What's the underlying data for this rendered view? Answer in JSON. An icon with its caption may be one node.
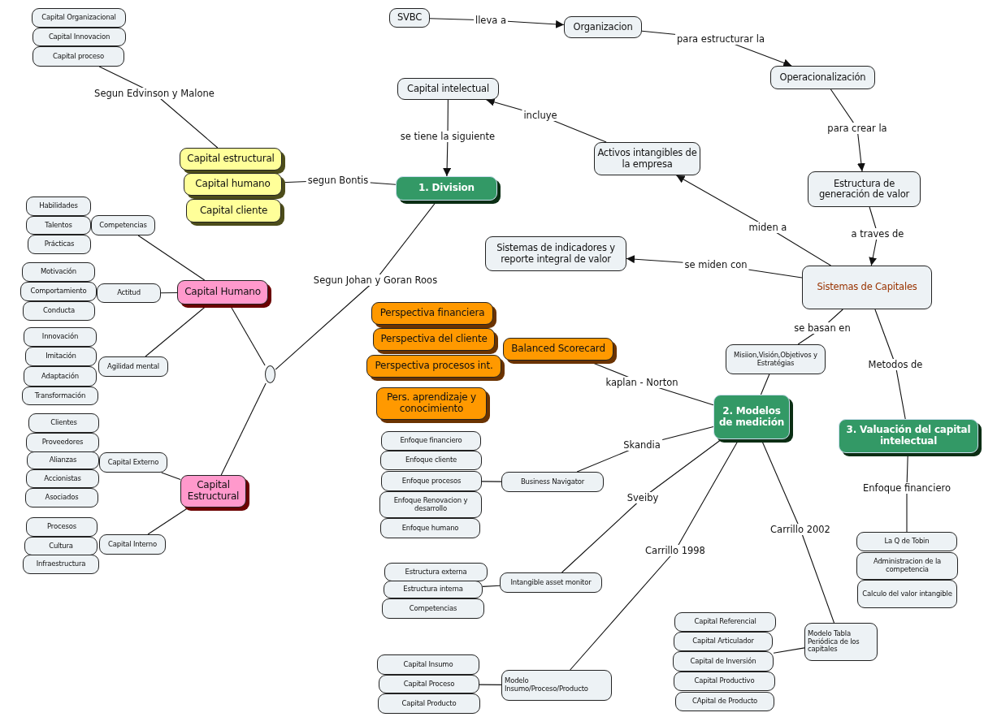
{
  "diagram": {
    "nodes": [
      {
        "text": [
          "SVBC"
        ]
      },
      {
        "text": [
          "Organizacion"
        ]
      },
      {
        "text": [
          "Operacionalización"
        ]
      },
      {
        "text": [
          "Capital intelectual"
        ]
      },
      {
        "text": [
          "Activos intangibles de la empresa"
        ]
      },
      {
        "text": [
          "Estructura de generación de valor"
        ]
      },
      {
        "text": [
          "1. Division"
        ]
      },
      {
        "text": [
          "Sistemas de indicadores y reporte integral de valor"
        ]
      },
      {
        "text": [
          "Sistemas de Capitales"
        ]
      },
      {
        "text": [
          "Capital Organizacional"
        ]
      },
      {
        "text": [
          "Capital Innovacion"
        ]
      },
      {
        "text": [
          "Capital proceso"
        ]
      },
      {
        "text": [
          "Capital estructural"
        ]
      },
      {
        "text": [
          "Capital humano"
        ]
      },
      {
        "text": [
          "Capital cliente"
        ]
      },
      {
        "text": [
          "Habilidades"
        ]
      },
      {
        "text": [
          "Talentos"
        ]
      },
      {
        "text": [
          "Prácticas"
        ]
      },
      {
        "text": [
          "Competencias"
        ]
      },
      {
        "text": [
          "Motivación"
        ]
      },
      {
        "text": [
          "Comportamiento"
        ]
      },
      {
        "text": [
          "Conducta"
        ]
      },
      {
        "text": [
          "Actitud"
        ]
      },
      {
        "text": [
          "Capital Humano"
        ]
      },
      {
        "text": [
          "Innovación"
        ]
      },
      {
        "text": [
          "Imitación"
        ]
      },
      {
        "text": [
          "Adaptación"
        ]
      },
      {
        "text": [
          "Transformación"
        ]
      },
      {
        "text": [
          "Agilidad mental"
        ]
      },
      {
        "text": [],
        "shape": "circle"
      },
      {
        "text": [
          "Clientes"
        ]
      },
      {
        "text": [
          "Proveedores"
        ]
      },
      {
        "text": [
          "Alianzas"
        ]
      },
      {
        "text": [
          "Accionistas"
        ]
      },
      {
        "text": [
          "Asociados"
        ]
      },
      {
        "text": [
          "Capital Externo"
        ]
      },
      {
        "text": [
          "Capital Estructural"
        ]
      },
      {
        "text": [
          "Procesos"
        ]
      },
      {
        "text": [
          "Cultura"
        ]
      },
      {
        "text": [
          "Infraestructura"
        ]
      },
      {
        "text": [
          "Capital Interno"
        ]
      },
      {
        "text": [
          "Perspectiva financiera"
        ]
      },
      {
        "text": [
          "Perspectiva del cliente"
        ]
      },
      {
        "text": [
          "Perspectiva procesos int."
        ]
      },
      {
        "text": [
          "Balanced Scorecard"
        ]
      },
      {
        "text": [
          "Pers. aprendizaje y conocimiento"
        ]
      },
      {
        "text": [
          "Misiion,Visión,Objetivos y Estratégias"
        ]
      },
      {
        "text": [
          "2. Modelos de medición"
        ]
      },
      {
        "text": [
          "3. Valuación del capital intelectual"
        ]
      },
      {
        "text": [
          "Enfoque financiero"
        ]
      },
      {
        "text": [
          "Enfoque cliente"
        ]
      },
      {
        "text": [
          "Enfoque procesos"
        ]
      },
      {
        "text": [
          "Enfoque Renovacion y desarrollo"
        ]
      },
      {
        "text": [
          "Enfoque humano"
        ]
      },
      {
        "text": [
          "Business Navigator"
        ]
      },
      {
        "text": [
          "La Q de Tobin"
        ]
      },
      {
        "text": [
          "Administracion de la competencia"
        ]
      },
      {
        "text": [
          "Calculo del valor intangible"
        ]
      },
      {
        "text": [
          "Estructura externa"
        ]
      },
      {
        "text": [
          "Estructura interna"
        ]
      },
      {
        "text": [
          "Competencias"
        ]
      },
      {
        "text": [
          "Intangible asset monitor"
        ]
      },
      {
        "text": [
          "Capital Referencial"
        ]
      },
      {
        "text": [
          "Capital Articulador"
        ]
      },
      {
        "text": [
          "Capital de Inversión"
        ]
      },
      {
        "text": [
          "Capital Productivo"
        ]
      },
      {
        "text": [
          "CApital de Producto"
        ]
      },
      {
        "text": [
          "Modelo Tabla Periódica de los capitales"
        ]
      },
      {
        "text": [
          "Capital Insumo"
        ]
      },
      {
        "text": [
          "Capital Proceso"
        ]
      },
      {
        "text": [
          "Capital Producto"
        ]
      },
      {
        "text": [
          "Modelo Insumo/Proceso/Producto"
        ]
      }
    ],
    "edges": [
      {
        "from": 0,
        "to": 1,
        "arrow": "to",
        "label": "lleva a"
      },
      {
        "from": 1,
        "to": 2,
        "arrow": "to",
        "label": "para estructurar la"
      },
      {
        "from": 2,
        "to": 5,
        "arrow": "to",
        "label": "para crear la"
      },
      {
        "from": 5,
        "to": 8,
        "arrow": "to",
        "label": "a traves de"
      },
      {
        "from": 8,
        "to": 4,
        "arrow": "to",
        "label": "miden a"
      },
      {
        "from": 4,
        "to": 3,
        "arrow": "to",
        "label": "incluye"
      },
      {
        "from": 3,
        "to": 6,
        "arrow": "to",
        "label": "se tiene la siguiente"
      },
      {
        "from": 8,
        "to": 7,
        "arrow": "to",
        "label": "se miden con"
      },
      {
        "from": 6,
        "to": 13,
        "arrow": "none",
        "label": "segun Bontis"
      },
      {
        "from": 12,
        "to": 11,
        "arrow": "none",
        "label": "Segun Edvinson y Malone"
      },
      {
        "from": 6,
        "to": 29,
        "arrow": "none",
        "label": "Segun Johan y Goran Roos"
      },
      {
        "from": 29,
        "to": 23,
        "arrow": "none"
      },
      {
        "from": 29,
        "to": 36,
        "arrow": "none"
      },
      {
        "from": 23,
        "to": 18,
        "arrow": "none"
      },
      {
        "from": 23,
        "to": 22,
        "arrow": "none"
      },
      {
        "from": 23,
        "to": 28,
        "arrow": "none"
      },
      {
        "from": 36,
        "to": 35,
        "arrow": "none"
      },
      {
        "from": 36,
        "to": 40,
        "arrow": "none"
      },
      {
        "from": 54,
        "to": 51,
        "arrow": "none"
      },
      {
        "from": 61,
        "to": 59,
        "arrow": "none"
      },
      {
        "from": 67,
        "to": 64,
        "arrow": "none"
      },
      {
        "from": 71,
        "to": 69,
        "arrow": "none"
      },
      {
        "from": 8,
        "to": 46,
        "arrow": "none",
        "label": "se basan en"
      },
      {
        "from": 46,
        "to": 47,
        "arrow": "none"
      },
      {
        "from": 8,
        "to": 48,
        "arrow": "none",
        "label": "Metodos de"
      },
      {
        "from": 48,
        "to": 55,
        "arrow": "none",
        "label": "Enfoque financiero"
      },
      {
        "from": 47,
        "to": 44,
        "arrow": "none",
        "label": "kaplan - Norton"
      },
      {
        "from": 47,
        "to": 54,
        "arrow": "none",
        "label": "Skandia"
      },
      {
        "from": 47,
        "to": 61,
        "arrow": "none",
        "label": "Sveiby"
      },
      {
        "from": 47,
        "to": 71,
        "arrow": "none",
        "label": "Carrillo 1998"
      },
      {
        "from": 47,
        "to": 67,
        "arrow": "none",
        "label": "Carrillo 2002"
      }
    ]
  }
}
